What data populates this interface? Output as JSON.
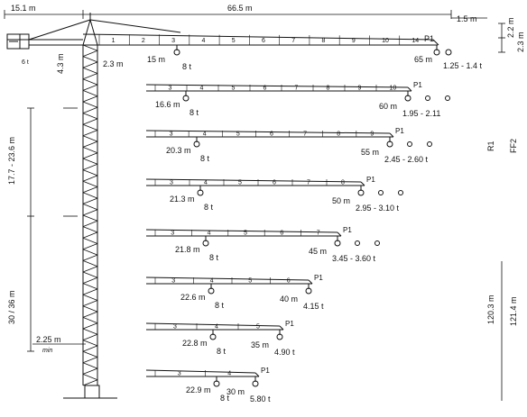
{
  "top": {
    "counter_jib": "15.1 m",
    "jib_total": "66.5 m",
    "tip_extension": "1.5 m",
    "height_a": "2.2 m",
    "height_b": "2.3 m",
    "tower_top": "4.3 m",
    "hook_offset": "2.3 m",
    "ballast": "6 t",
    "main_min_radius": "15 m",
    "main_min_load": "8 t",
    "main_max_radius": "65 m",
    "main_tip_load": "1.25 - 1.4 t",
    "tip_marker": "P1",
    "segments": [
      "1",
      "2",
      "3",
      "4",
      "5",
      "6",
      "7",
      "8",
      "9",
      "10",
      "14"
    ]
  },
  "left_dims": {
    "section_a": "17.7 - 23.6 m",
    "section_b": "30 / 36 m",
    "base_width": "2.25 m",
    "base_note": "min"
  },
  "right_dims": {
    "r1": "R1",
    "ff2": "FF2",
    "h1": "120.3 m",
    "h2": "121.4 m"
  },
  "configs": [
    {
      "min_radius": "16.6 m",
      "min_load": "8 t",
      "max_radius": "60 m",
      "tip_load": "1.95 - 2.11",
      "marker": "P1",
      "segments": [
        "3",
        "4",
        "5",
        "6",
        "7",
        "8",
        "9",
        "10"
      ]
    },
    {
      "min_radius": "20.3 m",
      "min_load": "8 t",
      "max_radius": "55 m",
      "tip_load": "2.45 - 2.60 t",
      "marker": "P1",
      "segments": [
        "3",
        "4",
        "5",
        "6",
        "7",
        "8",
        "9"
      ]
    },
    {
      "min_radius": "21.3 m",
      "min_load": "8 t",
      "max_radius": "50 m",
      "tip_load": "2.95 - 3.10 t",
      "marker": "P1",
      "segments": [
        "3",
        "4",
        "5",
        "6",
        "7",
        "8"
      ]
    },
    {
      "min_radius": "21.8 m",
      "min_load": "8 t",
      "max_radius": "45 m",
      "tip_load": "3.45 - 3.60 t",
      "marker": "P1",
      "segments": [
        "3",
        "4",
        "5",
        "6",
        "7"
      ]
    },
    {
      "min_radius": "22.6 m",
      "min_load": "8 t",
      "max_radius": "40 m",
      "tip_load": "4.15 t",
      "marker": "P1",
      "segments": [
        "3",
        "4",
        "5",
        "6"
      ]
    },
    {
      "min_radius": "22.8 m",
      "min_load": "8 t",
      "max_radius": "35 m",
      "tip_load": "4.90 t",
      "marker": "P1",
      "segments": [
        "3",
        "4",
        "5"
      ]
    },
    {
      "min_radius": "22.9 m",
      "min_load": "8 t",
      "max_radius": "30 m",
      "tip_load": "5.80 t",
      "marker": "P1",
      "segments": [
        "3",
        "4"
      ]
    }
  ]
}
